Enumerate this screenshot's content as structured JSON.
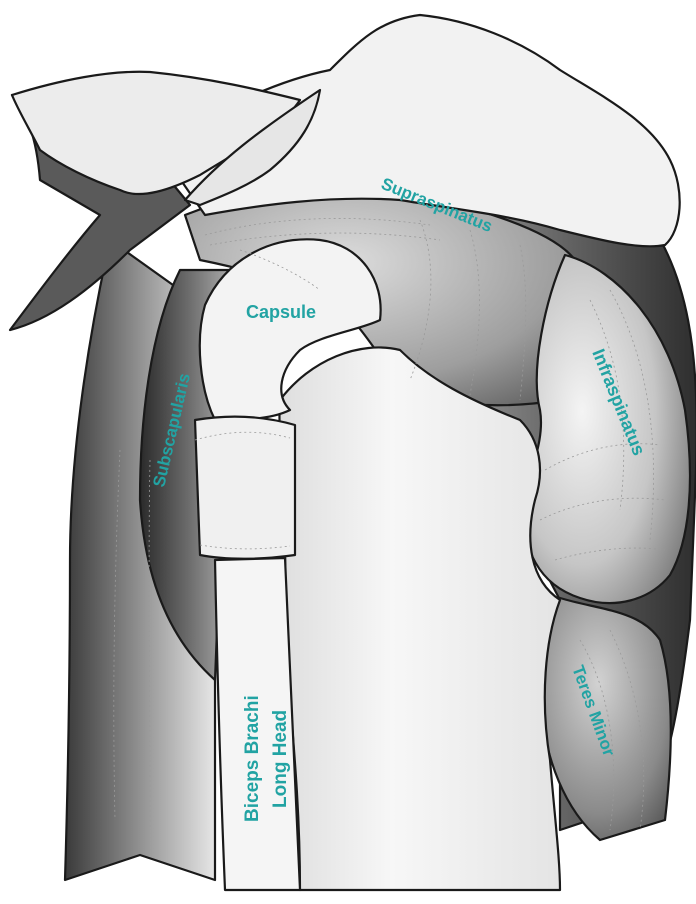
{
  "labels": {
    "supraspinatus": "Supraspinatus",
    "capsule": "Capsule",
    "subscapularis": "Subscapularis",
    "infraspinatus": "Infraspinatus",
    "teres_minor": "Teres Minor",
    "biceps_line1": "Biceps Brachi",
    "biceps_line2": "Long Head"
  },
  "colors": {
    "label": "#22a3a3",
    "outline": "#1a1a1a",
    "dark_muscle": "#3c3c3c",
    "mid_muscle": "#8a8a8a",
    "bone": "#f2f2f2"
  }
}
